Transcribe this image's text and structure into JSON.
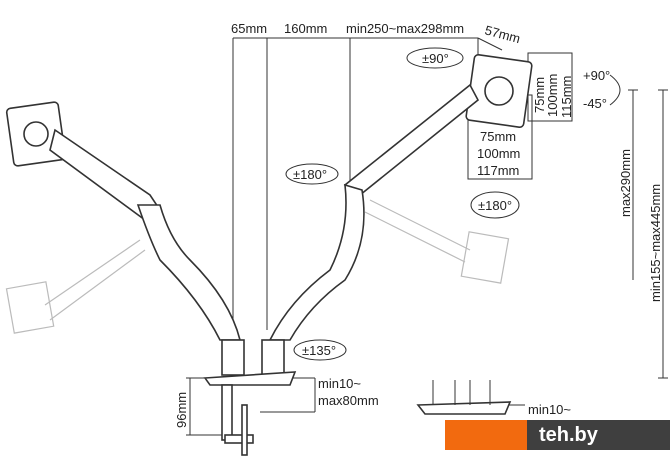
{
  "dimensions": {
    "top_offset": "65mm",
    "arm_length_1": "160mm",
    "arm_length_2": "min250~max298mm",
    "head_depth": "57mm",
    "vesa_v1": "75mm",
    "vesa_v2": "100mm",
    "vesa_v3": "115mm",
    "vesa_h1": "75mm",
    "vesa_h2": "100mm",
    "vesa_h3": "117mm",
    "height_max": "max290mm",
    "height_range": "min155~max445mm",
    "clamp_height": "96mm",
    "desk_thickness_line1": "min10~",
    "desk_thickness_line2": "max80mm",
    "grommet_thickness_line1": "min10~"
  },
  "rotations": {
    "head_swivel": "±90°",
    "tilt_up": "+90°",
    "tilt_down": "-45°",
    "arm_swivel_left": "±180°",
    "arm_swivel_right": "±180°",
    "base_swivel": "±135°"
  },
  "watermark": {
    "text": "teh.by",
    "accent": "#f26a0f",
    "dark": "#3f3f3f"
  }
}
